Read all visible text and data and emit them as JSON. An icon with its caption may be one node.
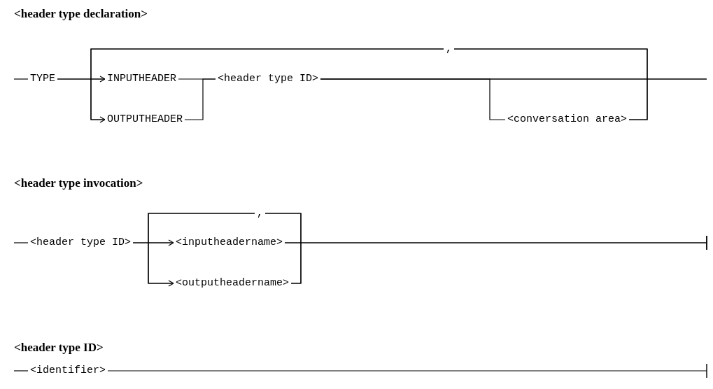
{
  "diagram": {
    "nodes": [
      {
        "text": [
          "TYPE"
        ]
      },
      {
        "text": [
          "INPUTHEADER"
        ]
      },
      {
        "text": [
          "OUTPUTHEADER"
        ]
      },
      {
        "text": [
          "<header type ID>"
        ]
      },
      {
        "text": [
          "<conversation area>"
        ]
      },
      {
        "text": [
          ","
        ]
      },
      {
        "text": [
          "<header type ID>"
        ]
      },
      {
        "text": [
          "<inputheadername>"
        ]
      },
      {
        "text": [
          "<outputheadername>"
        ]
      },
      {
        "text": [
          ","
        ]
      },
      {
        "text": [
          "<identifier>"
        ]
      }
    ],
    "edges": [
      {
        "from": null,
        "to": 0,
        "arrow": "none"
      },
      {
        "from": 0,
        "to": 1,
        "arrow": "none"
      },
      {
        "from": 0,
        "to": 2,
        "arrow": "none"
      },
      {
        "from": 1,
        "to": 3,
        "arrow": "none"
      },
      {
        "from": 2,
        "to": 3,
        "arrow": "none"
      },
      {
        "from": 3,
        "to": 4,
        "arrow": "none"
      },
      {
        "from": 3,
        "to": null,
        "arrow": "none"
      },
      {
        "from": 4,
        "to": null,
        "arrow": "none"
      },
      {
        "from": 3,
        "to": 5,
        "arrow": "none"
      },
      {
        "from": 4,
        "to": 5,
        "arrow": "none"
      },
      {
        "from": 5,
        "to": 1,
        "arrow": "to"
      },
      {
        "from": 5,
        "to": 2,
        "arrow": "to"
      },
      {
        "from": null,
        "to": 6,
        "arrow": "none"
      },
      {
        "from": 6,
        "to": 7,
        "arrow": "none"
      },
      {
        "from": 6,
        "to": 8,
        "arrow": "none"
      },
      {
        "from": 7,
        "to": null,
        "arrow": "other"
      },
      {
        "from": 8,
        "to": null,
        "arrow": "other"
      },
      {
        "from": 7,
        "to": 9,
        "arrow": "none"
      },
      {
        "from": 8,
        "to": 9,
        "arrow": "none"
      },
      {
        "from": 9,
        "to": 7,
        "arrow": "to"
      },
      {
        "from": 9,
        "to": 8,
        "arrow": "to"
      },
      {
        "from": null,
        "to": 10,
        "arrow": "none"
      },
      {
        "from": 10,
        "to": null,
        "arrow": "other"
      }
    ],
    "labels": [
      "<header type declaration>",
      "<header type invocation>",
      "<header type ID>"
    ]
  }
}
